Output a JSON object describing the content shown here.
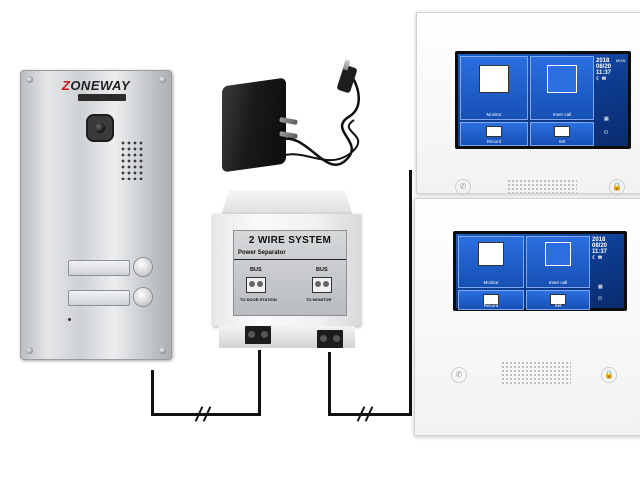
{
  "door_station": {
    "brand_prefix": "Z",
    "brand_rest": "ONEWAY"
  },
  "power_separator": {
    "title": "2 WIRE SYSTEM",
    "subtitle": "Power Separator",
    "bus_left": "BUS",
    "bus_right": "BUS",
    "to_door": "TO DOOR STATION",
    "to_monitor": "TO MONITOR"
  },
  "monitor_top": {
    "year": "2018",
    "date": "08/20",
    "time": "11:37",
    "day": "MON",
    "tile_monitor": "Monitor",
    "tile_inner_call": "Inner call",
    "tile_record": "Record",
    "tile_set": "Set"
  },
  "monitor_bottom": {
    "year": "2018",
    "date": "08/20",
    "time": "11:37",
    "tile_monitor": "Monitor",
    "tile_inner_call": "Inner call",
    "tile_record": "Record",
    "tile_set": "Set"
  },
  "icons": [
    "screw-icon",
    "camera-lens-icon",
    "speaker-grill-icon",
    "call-button-icon",
    "power-adapter-icon",
    "monitor-icon",
    "inner-call-icon",
    "record-icon",
    "settings-icon",
    "phone-icon",
    "lock-icon",
    "power-icon",
    "moon-icon",
    "message-icon"
  ],
  "colors": {
    "brand_red": "#c8161d",
    "screen_blue": "#1650b4",
    "wire": "#111111"
  }
}
